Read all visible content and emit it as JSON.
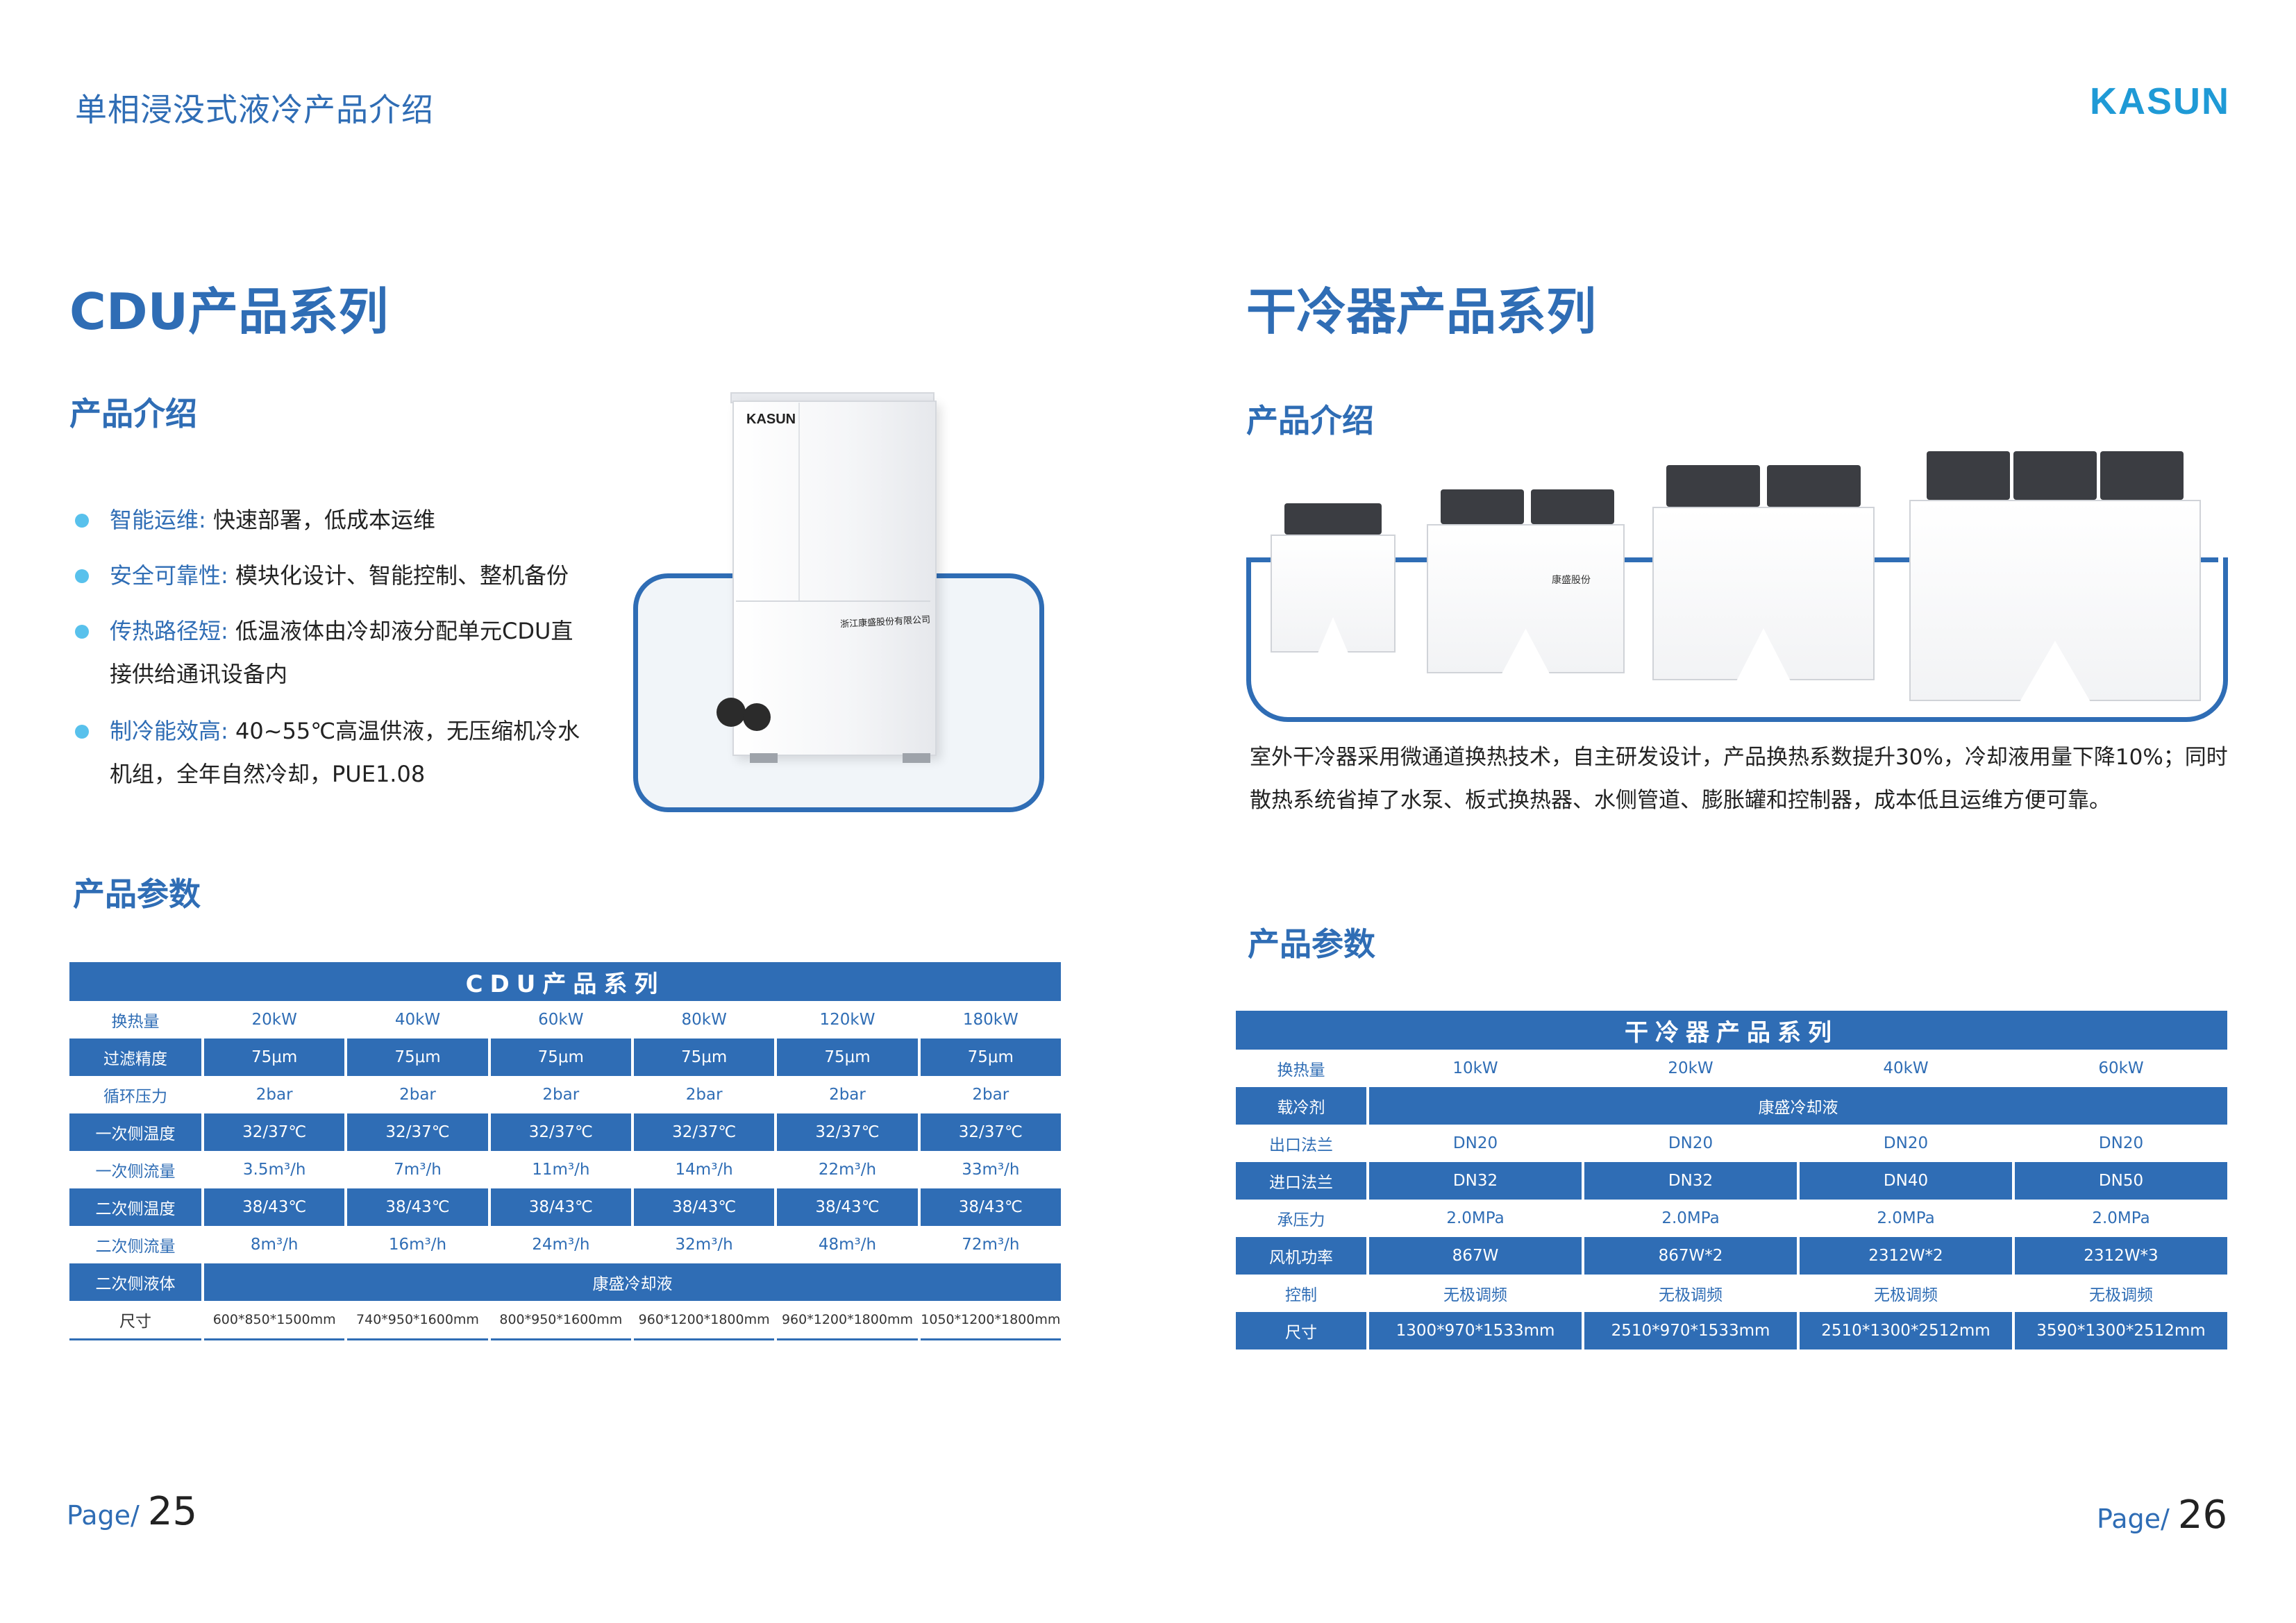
{
  "header": {
    "title": "单相浸没式液冷产品介绍",
    "logo": "KASUN"
  },
  "left": {
    "heading": "CDU产品系列",
    "intro_heading": "产品介绍",
    "features": [
      {
        "key": "智能运维:",
        "text": " 快速部署，低成本运维"
      },
      {
        "key": "安全可靠性:",
        "text": " 模块化设计、智能控制、整机备份"
      },
      {
        "key": "传热路径短:",
        "text": " 低温液体由冷却液分配单元CDU直接供给通讯设备内"
      },
      {
        "key": "制冷能效高:",
        "text": " 40~55℃高温供液，无压缩机冷水机组，全年自然冷却，PUE1.08"
      }
    ],
    "cabinet_logo": "KASUN",
    "cabinet_plate": "浙江康盛股份有限公司",
    "params_heading": "产品参数",
    "table": {
      "title": "CDU产品系列",
      "rows": [
        {
          "label": "换热量",
          "values": [
            "20kW",
            "40kW",
            "60kW",
            "80kW",
            "120kW",
            "180kW"
          ]
        },
        {
          "label": "过滤精度",
          "values": [
            "75μm",
            "75μm",
            "75μm",
            "75μm",
            "75μm",
            "75μm"
          ]
        },
        {
          "label": "循环压力",
          "values": [
            "2bar",
            "2bar",
            "2bar",
            "2bar",
            "2bar",
            "2bar"
          ]
        },
        {
          "label": "一次侧温度",
          "values": [
            "32/37℃",
            "32/37℃",
            "32/37℃",
            "32/37℃",
            "32/37℃",
            "32/37℃"
          ]
        },
        {
          "label": "一次侧流量",
          "values": [
            "3.5m³/h",
            "7m³/h",
            "11m³/h",
            "14m³/h",
            "22m³/h",
            "33m³/h"
          ]
        },
        {
          "label": "二次侧温度",
          "values": [
            "38/43℃",
            "38/43℃",
            "38/43℃",
            "38/43℃",
            "38/43℃",
            "38/43℃"
          ]
        },
        {
          "label": "二次侧流量",
          "values": [
            "8m³/h",
            "16m³/h",
            "24m³/h",
            "32m³/h",
            "48m³/h",
            "72m³/h"
          ]
        },
        {
          "label": "二次侧液体",
          "merged": "康盛冷却液"
        },
        {
          "label": "尺寸",
          "values": [
            "600*850*1500mm",
            "740*950*1600mm",
            "800*950*1600mm",
            "960*1200*1800mm",
            "960*1200*1800mm",
            "1050*1200*1800mm"
          ]
        }
      ]
    },
    "page": {
      "prefix": "Page/",
      "number": "25"
    }
  },
  "right": {
    "heading": "干冷器产品系列",
    "intro_heading": "产品介绍",
    "unit_plate": "康盛股份",
    "description": "室外干冷器采用微通道换热技术，自主研发设计，产品换热系数提升30%，冷却液用量下降10%；同时散热系统省掉了水泵、板式换热器、水侧管道、膨胀罐和控制器，成本低且运维方便可靠。",
    "params_heading": "产品参数",
    "table": {
      "title": "干冷器产品系列",
      "rows": [
        {
          "label": "换热量",
          "values": [
            "10kW",
            "20kW",
            "40kW",
            "60kW"
          ]
        },
        {
          "label": "载冷剂",
          "merged": "康盛冷却液"
        },
        {
          "label": "出口法兰",
          "values": [
            "DN20",
            "DN20",
            "DN20",
            "DN20"
          ]
        },
        {
          "label": "进口法兰",
          "values": [
            "DN32",
            "DN32",
            "DN40",
            "DN50"
          ]
        },
        {
          "label": "承压力",
          "values": [
            "2.0MPa",
            "2.0MPa",
            "2.0MPa",
            "2.0MPa"
          ]
        },
        {
          "label": "风机功率",
          "values": [
            "867W",
            "867W*2",
            "2312W*2",
            "2312W*3"
          ]
        },
        {
          "label": "控制",
          "values": [
            "无极调频",
            "无极调频",
            "无极调频",
            "无极调频"
          ]
        },
        {
          "label": "尺寸",
          "values": [
            "1300*970*1533mm",
            "2510*970*1533mm",
            "2510*1300*2512mm",
            "3590*1300*2512mm"
          ]
        }
      ]
    },
    "page": {
      "prefix": "Page/",
      "number": "26"
    }
  }
}
